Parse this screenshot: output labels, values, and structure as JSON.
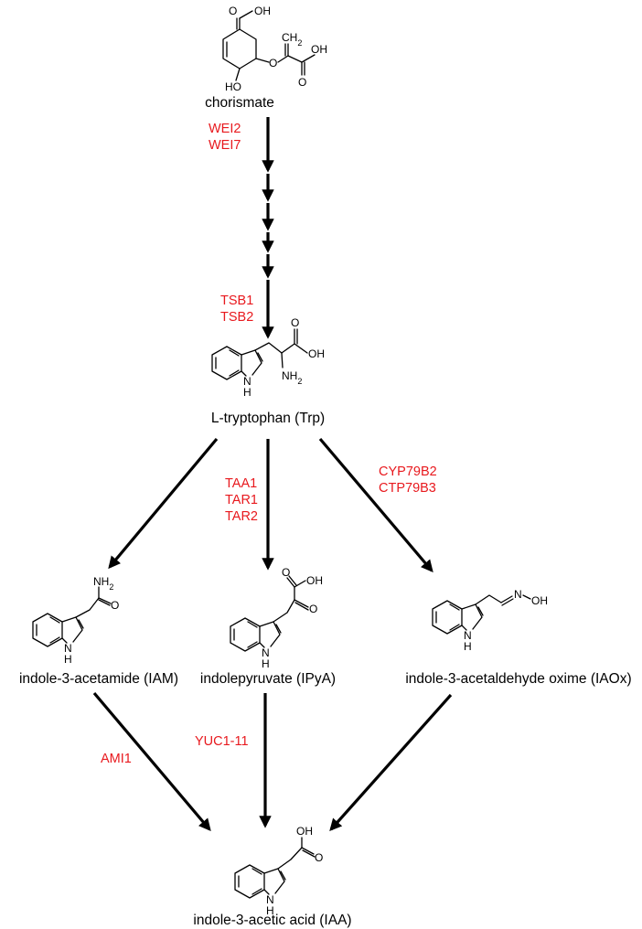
{
  "colors": {
    "enzyme": "#e8191e",
    "ink": "#000000",
    "background": "#ffffff"
  },
  "compounds": {
    "chorismate": "chorismate",
    "trp": "L-tryptophan (Trp)",
    "iam": "indole-3-acetamide (IAM)",
    "ipya": "indolepyruvate (IPyA)",
    "iaox": "indole-3-acetaldehyde oxime (IAOx)",
    "iaa": "indole-3-acetic acid (IAA)"
  },
  "atoms": {
    "cooh": "OH",
    "oh_ho": "HO",
    "oxygen": "O",
    "ch2": "CH",
    "ch2_sub": "2",
    "nh": "H",
    "n": "N",
    "nh2": "NH",
    "nh2_sub": "2",
    "ald_oxime": "N",
    "oxime_oh": "OH"
  },
  "enzymes": {
    "chorismate_step": [
      "WEI2",
      "WEI7"
    ],
    "trp_synthase": [
      "TSB1",
      "TSB2"
    ],
    "ipya_step": [
      "TAA1",
      "TAR1",
      "TAR2"
    ],
    "iaox_step": [
      "CYP79B2",
      "CTP79B3"
    ],
    "iam_to_iaa": "AMI1",
    "ipya_to_iaa": "YUC1-11"
  }
}
